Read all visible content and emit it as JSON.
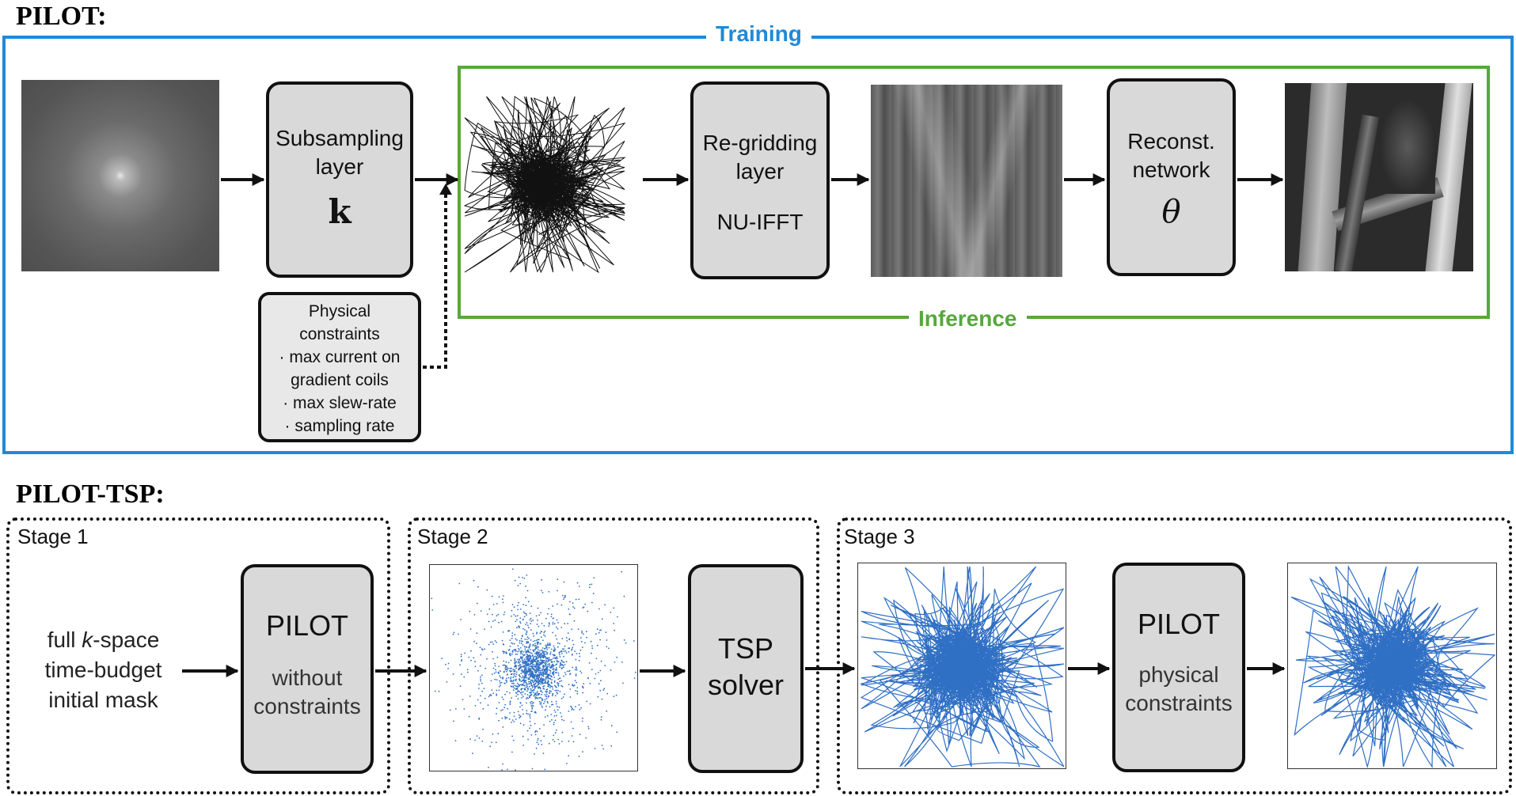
{
  "colors": {
    "training": "#1f8ad6",
    "inference": "#57a83c",
    "box_fill": "#d9d9d9",
    "scatter": "#2f6fc4"
  },
  "pilot": {
    "title": "PILOT:",
    "training_label": "Training",
    "inference_label": "Inference",
    "subsampling": {
      "line1": "Subsampling",
      "line2": "layer",
      "symbol": "k"
    },
    "regridding": {
      "line1": "Re-gridding",
      "line2": "layer",
      "line3": "NU-IFFT"
    },
    "reconst": {
      "line1": "Reconst.",
      "line2": "network",
      "symbol": "θ"
    },
    "constraints": {
      "title1": "Physical",
      "title2": "constraints",
      "items": [
        "· max current on",
        "gradient coils",
        "· max slew-rate",
        "· sampling rate"
      ]
    },
    "images": [
      "kspace-image",
      "trajectory-image",
      "blurry-reconstruction-image",
      "final-reconstruction-image"
    ]
  },
  "pilot_tsp": {
    "title": "PILOT-TSP:",
    "stage1": {
      "label": "Stage 1",
      "input_line1_pre": "full ",
      "input_line1_em": "k",
      "input_line1_post": "-space",
      "input_line2": "time-budget",
      "input_line3": "initial mask",
      "box_title": "PILOT",
      "box_sub1": "without",
      "box_sub2": "constraints"
    },
    "stage2": {
      "label": "Stage 2",
      "box_line1": "TSP",
      "box_line2": "solver"
    },
    "stage3": {
      "label": "Stage 3",
      "box_title": "PILOT",
      "box_sub1": "physical",
      "box_sub2": "constraints"
    }
  }
}
